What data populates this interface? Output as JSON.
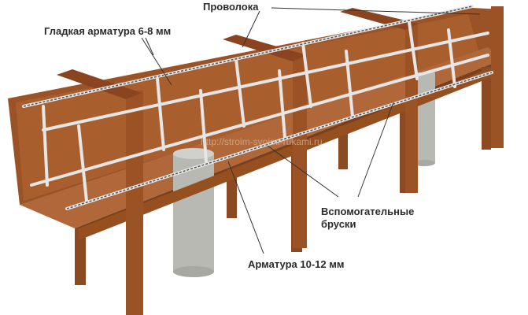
{
  "labels": {
    "wire": "Проволока",
    "smooth_rebar": "Гладкая арматура 6-8 мм",
    "auxiliary_bars_line1": "Вспомогательные",
    "auxiliary_bars_line2": "бруски",
    "rebar": "Арматура 10-12 мм"
  },
  "watermark": "http://stroim-svoimi-rukami.ru",
  "colors": {
    "wood": "#a0582a",
    "wood_dark": "#7a3f1c",
    "wood_light": "#b8693a",
    "rebar": "#e4e4e4",
    "concrete": "#b9b9b4"
  }
}
